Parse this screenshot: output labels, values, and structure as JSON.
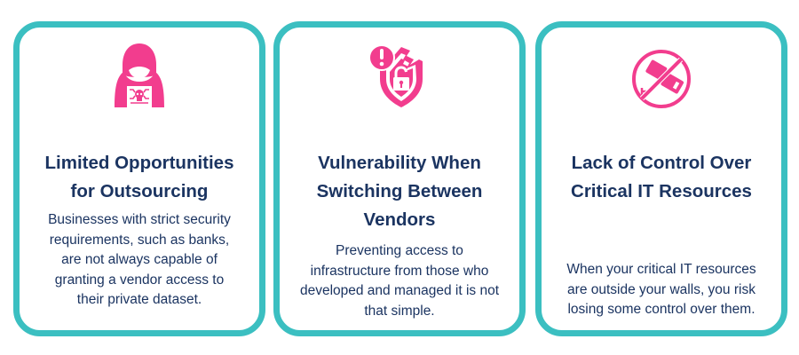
{
  "colors": {
    "border": "#3bbfc1",
    "icon": "#f23d8e",
    "text": "#1b3461",
    "background": "#ffffff"
  },
  "cards": [
    {
      "icon": "hooded-hacker-icon",
      "title": "Limited Opportunities for Outsourcing",
      "title_lines": [
        "Limited Opportunities",
        "for Outsourcing"
      ],
      "description": "Businesses with strict security requirements, such as banks, are not always capable of granting a vendor access to their private dataset.",
      "description_lines": [
        "Businesses with strict security",
        "requirements, such as banks,",
        "are not always capable of",
        "granting a vendor access to",
        "their private dataset."
      ]
    },
    {
      "icon": "broken-shield-unlocked-icon",
      "title": "Vulnerability When Switching Between Vendors",
      "title_lines": [
        "Vulnerability When",
        "Switching Between",
        "Vendors"
      ],
      "description": "Preventing access to infrastructure from those who developed and managed it is not that simple.",
      "description_lines": [
        "Preventing access to",
        "infrastructure from those who",
        "developed and managed it is not",
        "that simple."
      ]
    },
    {
      "icon": "no-camera-icon",
      "title": "Lack of Control Over Critical IT Resources",
      "title_lines": [
        "Lack of Control Over",
        "Critical IT Resources"
      ],
      "description": "When your critical IT resources are outside your walls, you risk losing some control over them.",
      "description_lines": [
        "When your critical IT resources",
        "are outside your walls, you risk",
        "losing some control over them."
      ]
    }
  ]
}
